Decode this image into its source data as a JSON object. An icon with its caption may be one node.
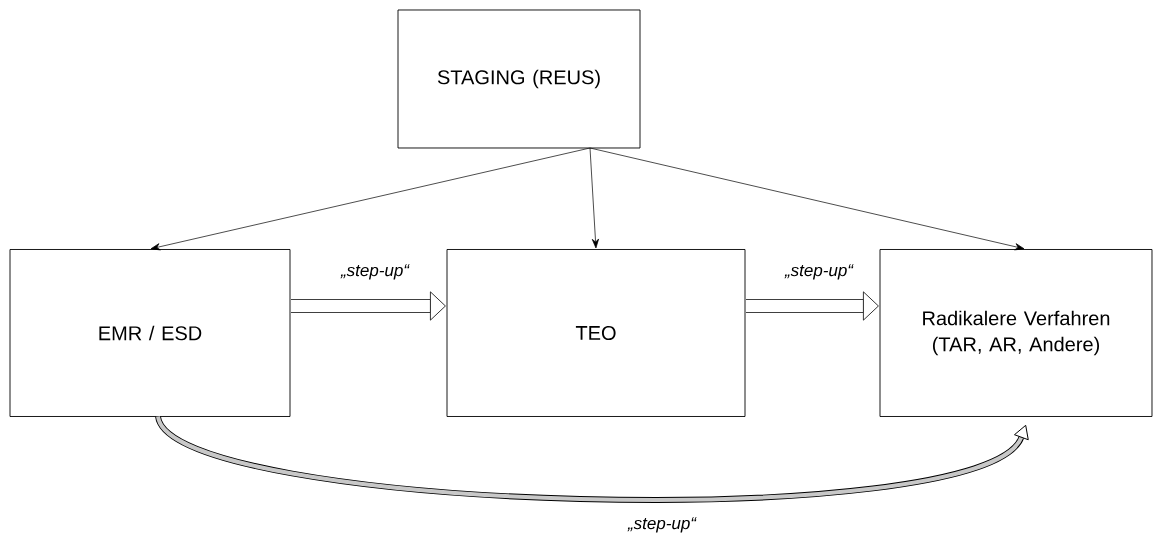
{
  "diagram": {
    "nodes": [
      {
        "text": [
          "STAGING (REUS)"
        ]
      },
      {
        "text": [
          "EMR / ESD"
        ]
      },
      {
        "text": [
          "TEO"
        ]
      },
      {
        "text": [
          "Radikalere Verfahren (TAR, AR, Andere)"
        ]
      }
    ],
    "edges": [
      {
        "from": 0,
        "to": 1,
        "arrow": "to"
      },
      {
        "from": 0,
        "to": 2,
        "arrow": "to"
      },
      {
        "from": 0,
        "to": 3,
        "arrow": "to"
      },
      {
        "from": 1,
        "to": 2,
        "arrow": "to",
        "label": "„step-up“",
        "style": "thick"
      },
      {
        "from": 2,
        "to": 3,
        "arrow": "to",
        "label": "„step-up“",
        "style": "thick"
      },
      {
        "from": 1,
        "to": 3,
        "arrow": "to",
        "label": "„step-up“",
        "style": "thick"
      }
    ]
  }
}
